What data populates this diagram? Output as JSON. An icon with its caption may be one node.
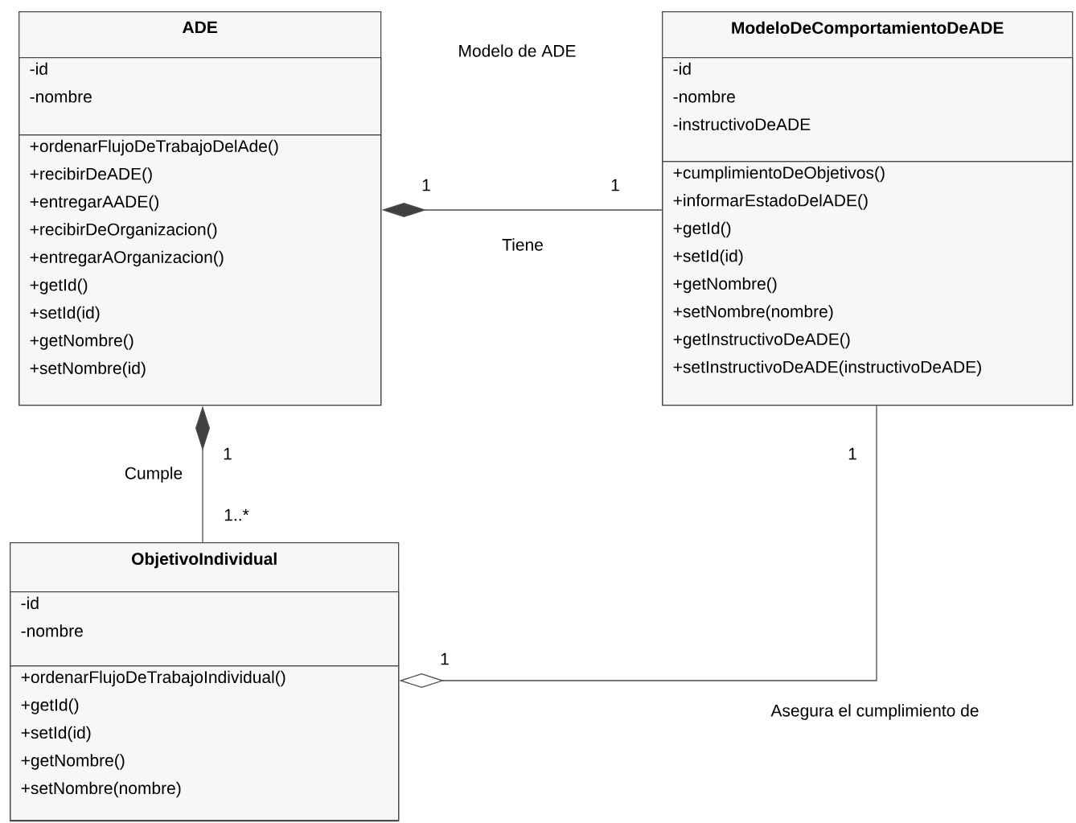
{
  "diagram": {
    "nodes": [
      {
        "text": [
          "ADE"
        ]
      },
      {
        "text": [
          "-id",
          "-nombre"
        ],
        "in": 0
      },
      {
        "text": [
          "+ordenarFlujoDeTrabajoDelAde()",
          "+recibirDeADE()",
          "+entregarAADE()",
          "+recibirDeOrganizacion()",
          "+entregarAOrganizacion()",
          "+getId()",
          "+setId(id)",
          "+getNombre()",
          "+setNombre(id)"
        ],
        "in": 0
      },
      {
        "text": [
          "ModeloDeComportamientoDeADE"
        ]
      },
      {
        "text": [
          "-id",
          "-nombre",
          "-instructivoDeADE"
        ],
        "in": 3
      },
      {
        "text": [
          "+cumplimientoDeObjetivos()",
          "+informarEstadoDelADE()",
          "+getId()",
          "+setId(id)",
          "+getNombre()",
          "+setNombre(nombre)",
          "+getInstructivoDeADE()",
          "+setInstructivoDeADE(instructivoDeADE)"
        ],
        "in": 3
      },
      {
        "text": [
          "ObjetivoIndividual"
        ]
      },
      {
        "text": [
          "-id",
          "-nombre"
        ],
        "in": 6
      },
      {
        "text": [
          "+ordenarFlujoDeTrabajoIndividual()",
          "+getId()",
          "+setId(id)",
          "+getNombre()",
          "+setNombre(nombre)"
        ],
        "in": 6
      }
    ],
    "edges": [
      {
        "from": 3,
        "to": 0,
        "arrow": "other",
        "label": "Tiene"
      },
      {
        "from": 6,
        "to": 0,
        "arrow": "other",
        "label": "Cumple"
      },
      {
        "from": 3,
        "to": 6,
        "arrow": "other",
        "label": "Asegura el cumplimiento de"
      }
    ],
    "labels": [
      "Modelo de ADE",
      "1",
      "1",
      "1",
      "1..*",
      "1",
      "1"
    ]
  }
}
